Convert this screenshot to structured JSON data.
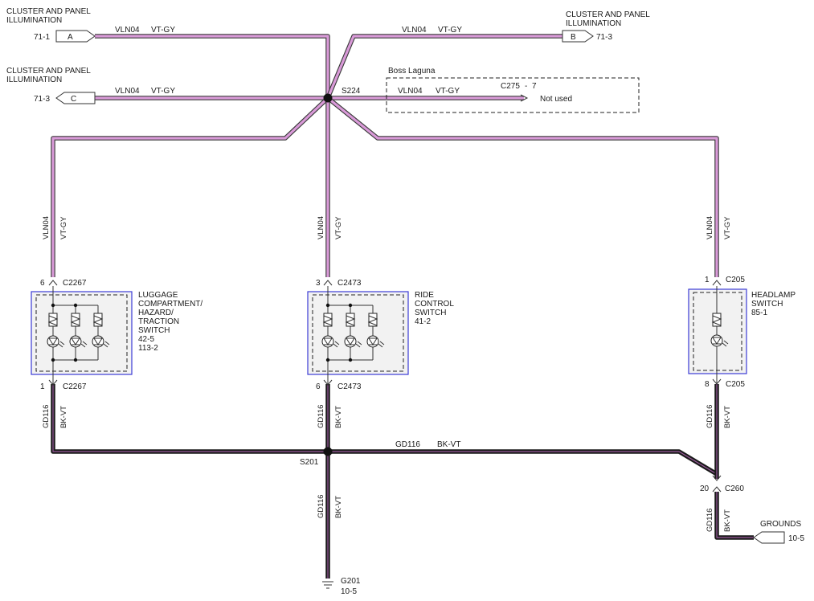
{
  "connectors": {
    "a": {
      "letter": "A",
      "page_ref": "71-1",
      "title_line1": "CLUSTER AND PANEL",
      "title_line2": "ILLUMINATION"
    },
    "b": {
      "letter": "B",
      "page_ref": "71-3",
      "title_line1": "CLUSTER AND PANEL",
      "title_line2": "ILLUMINATION"
    },
    "c": {
      "letter": "C",
      "page_ref": "71-3",
      "title_line1": "CLUSTER AND PANEL",
      "title_line2": "ILLUMINATION"
    }
  },
  "wires": {
    "circuit_top": "VLN04",
    "color_top": "VT-GY",
    "circuit_bottom": "GD116",
    "color_bottom": "BK-VT"
  },
  "splices": {
    "upper": "S224",
    "lower": "S201"
  },
  "option_box": {
    "title": "Boss Laguna",
    "connector": "C275",
    "sep": "-",
    "pin": "7",
    "note": "Not used"
  },
  "components": {
    "luggage": {
      "line1": "LUGGAGE",
      "line2": "COMPARTMENT/",
      "line3": "HAZARD/",
      "line4": "TRACTION",
      "line5": "SWITCH",
      "ref1": "42-5",
      "ref2": "113-2",
      "top_pin": "6",
      "top_conn": "C2267",
      "bottom_pin": "1",
      "bottom_conn": "C2267"
    },
    "ride": {
      "line1": "RIDE",
      "line2": "CONTROL",
      "line3": "SWITCH",
      "ref1": "41-2",
      "top_pin": "3",
      "top_conn": "C2473",
      "bottom_pin": "6",
      "bottom_conn": "C2473"
    },
    "headlamp": {
      "line1": "HEADLAMP",
      "line2": "SWITCH",
      "ref1": "85-1",
      "top_pin": "1",
      "top_conn": "C205",
      "bottom_pin": "8",
      "bottom_conn": "C205"
    }
  },
  "c260": {
    "pin": "20",
    "conn": "C260"
  },
  "grounds": {
    "label": "GROUNDS",
    "ref": "10-5"
  },
  "g201": {
    "label": "G201",
    "ref": "10-5"
  }
}
